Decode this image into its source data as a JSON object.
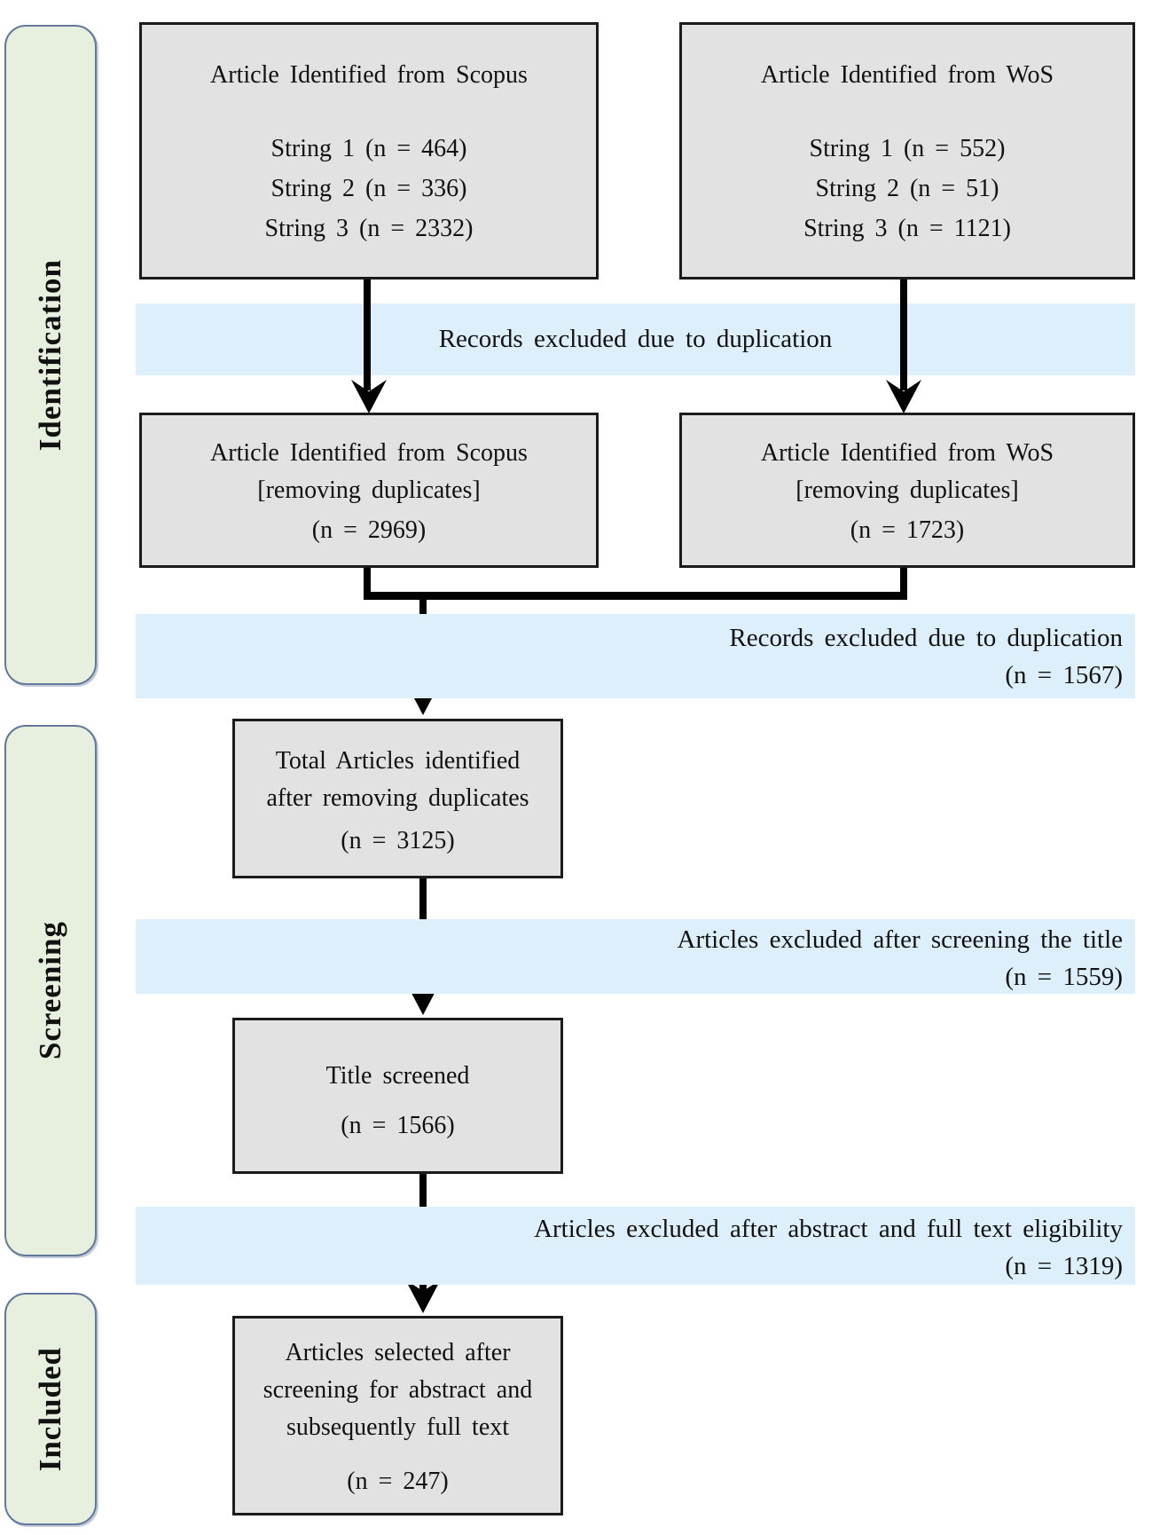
{
  "stages": [
    {
      "label": "Identification"
    },
    {
      "label": "Screening"
    },
    {
      "label": "Included"
    }
  ],
  "boxes": {
    "scopus_top": {
      "title": "Article Identified from Scopus",
      "lines": [
        "String 1 (n = 464)",
        "String 2 (n = 336)",
        "String 3 (n = 2332)"
      ]
    },
    "wos_top": {
      "title": "Article Identified from WoS",
      "lines": [
        "String 1 (n = 552)",
        "String 2 (n = 51)",
        "String 3 (n = 1121)"
      ]
    },
    "scopus_dedup": {
      "title": "Article Identified from Scopus",
      "subtitle": "[removing duplicates]",
      "count": "(n = 2969)"
    },
    "wos_dedup": {
      "title": "Article Identified from WoS",
      "subtitle": "[removing duplicates]",
      "count": "(n = 1723)"
    },
    "total": {
      "line1": "Total Articles identified",
      "line2": "after removing duplicates",
      "count": "(n = 3125)"
    },
    "title_screened": {
      "title": "Title screened",
      "count": "(n = 1566)"
    },
    "final": {
      "line1": "Articles selected after",
      "line2": "screening for abstract and",
      "line3": "subsequently full text",
      "count": "(n = 247)"
    }
  },
  "bands": {
    "dup1": {
      "text": "Records excluded due to duplication"
    },
    "dup2": {
      "text": "Records excluded due to duplication",
      "count": "(n = 1567)"
    },
    "title_excl": {
      "text": "Articles excluded after screening the title",
      "count": "(n = 1559)"
    },
    "fulltext_excl": {
      "text": "Articles excluded after abstract and full text eligibility",
      "count": "(n = 1319)"
    }
  },
  "colors": {
    "box_fill": "#e2e2e2",
    "box_border": "#1b1b1b",
    "band_fill": "#ddeffa",
    "stage_fill": "#e7f0de",
    "stage_border": "#64789c",
    "arrow": "#000000"
  }
}
